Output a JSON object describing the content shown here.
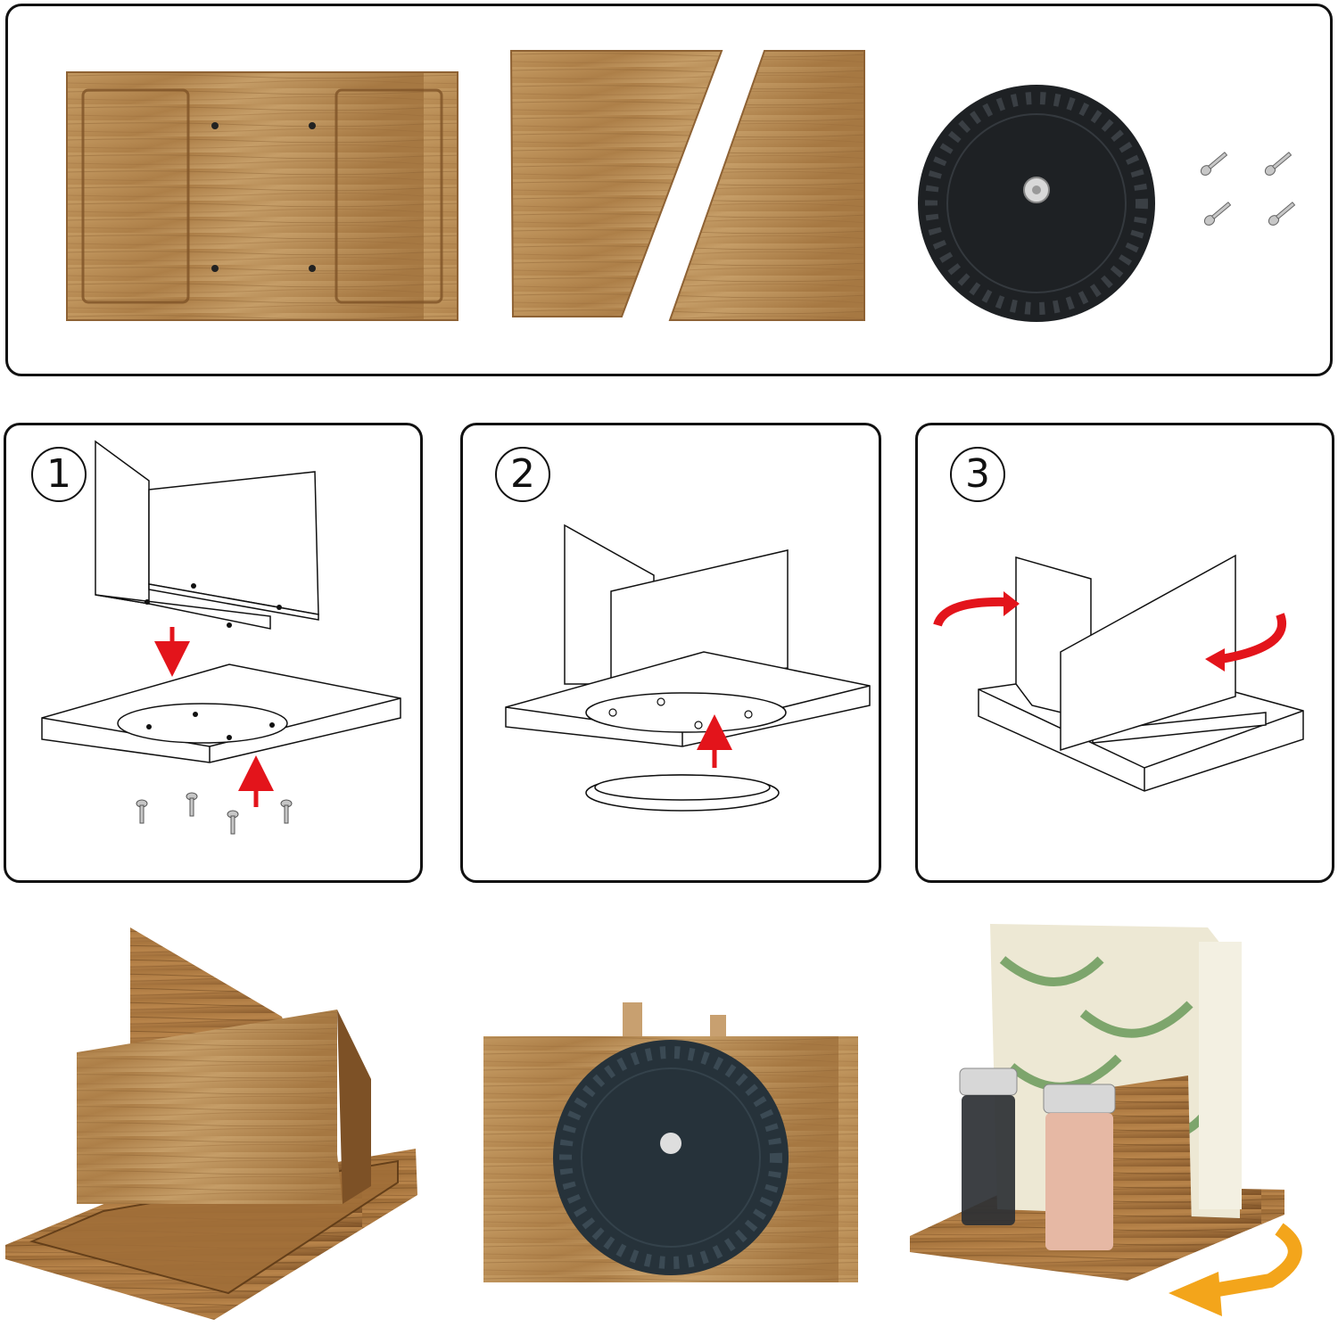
{
  "steps": [
    {
      "number": "1",
      "description_icon": "assembly-step-attach-base-icon"
    },
    {
      "number": "2",
      "description_icon": "assembly-step-attach-turntable-icon"
    },
    {
      "number": "3",
      "description_icon": "assembly-step-rotate-icon"
    }
  ],
  "parts": [
    {
      "name": "wooden-base-tray-icon"
    },
    {
      "name": "divider-panels-icon"
    },
    {
      "name": "lazy-susan-turntable-icon"
    },
    {
      "name": "screws-icon"
    }
  ],
  "colors": {
    "wood": "#b98a4f",
    "wood_dark": "#8a5c2c",
    "turntable": "#1e2124",
    "arrow_red": "#e3141b",
    "arrow_orange": "#f3a51b",
    "outline": "#111111"
  }
}
